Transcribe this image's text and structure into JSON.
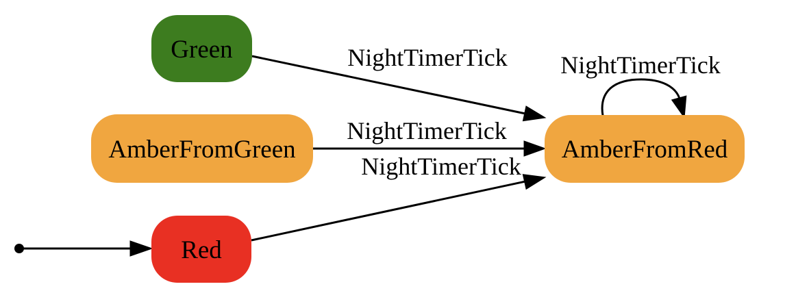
{
  "diagram": {
    "kind": "state-machine",
    "background_color": "#ffffff",
    "edge_color": "#000000",
    "text_color": "#000000",
    "nodes": [
      {
        "id": "Green",
        "label": "Green",
        "color": "#3d7c1f"
      },
      {
        "id": "AmberFromGreen",
        "label": "AmberFromGreen",
        "color": "#f0a640"
      },
      {
        "id": "Red",
        "label": "Red",
        "color": "#e83023"
      },
      {
        "id": "AmberFromRed",
        "label": "AmberFromRed",
        "color": "#f0a640"
      }
    ],
    "edges": [
      {
        "from": "Green",
        "to": "AmberFromRed",
        "label": "NightTimerTick",
        "type": "straight"
      },
      {
        "from": "AmberFromGreen",
        "to": "AmberFromRed",
        "label": "NightTimerTick",
        "type": "straight"
      },
      {
        "from": "Red",
        "to": "AmberFromRed",
        "label": "NightTimerTick",
        "type": "straight"
      },
      {
        "from": "AmberFromRed",
        "to": "AmberFromRed",
        "label": "NightTimerTick",
        "type": "self-loop"
      },
      {
        "from": "initial",
        "to": "Red",
        "label": "",
        "type": "initial"
      }
    ],
    "initial_state": "Red"
  }
}
